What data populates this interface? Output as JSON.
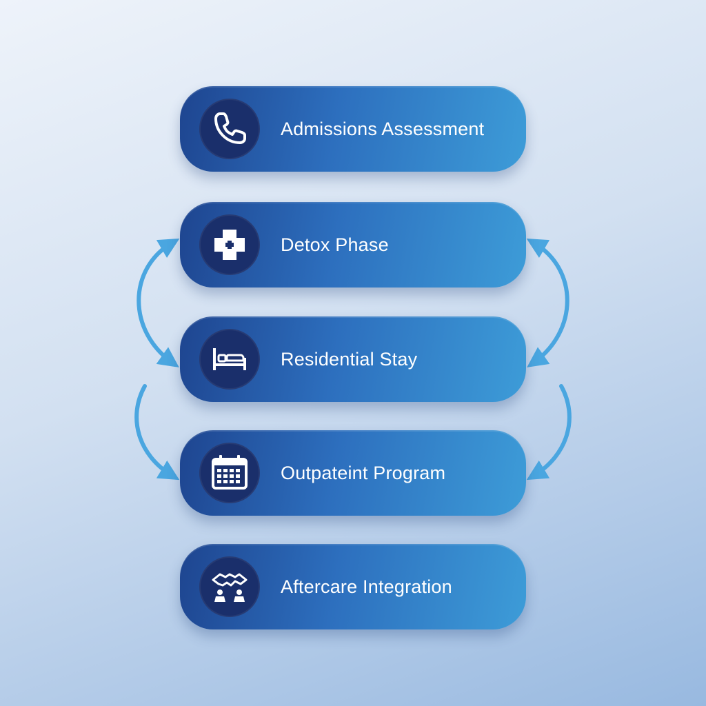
{
  "steps": [
    {
      "label": "Admissions Assessment",
      "icon": "phone-icon"
    },
    {
      "label": "Detox Phase",
      "icon": "medical-cross-icon"
    },
    {
      "label": "Residential Stay",
      "icon": "bed-icon"
    },
    {
      "label": "Outpateint Program",
      "icon": "calendar-icon"
    },
    {
      "label": "Aftercare Integration",
      "icon": "support-group-icon"
    }
  ],
  "colors": {
    "step_gradient_start": "#1e4590",
    "step_gradient_end": "#3d9cd8",
    "icon_circle": "#1a2f6b",
    "arrow": "#4aa6e0",
    "text": "#ffffff"
  }
}
